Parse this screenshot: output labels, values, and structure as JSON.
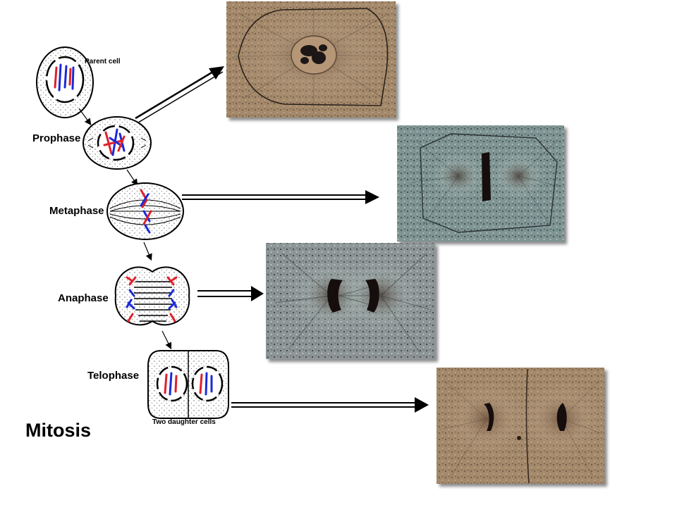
{
  "diagram": {
    "title": "Mitosis",
    "parent_label": "Parent cell",
    "daughter_label": "Two daughter cells",
    "stages": [
      {
        "id": "prophase",
        "label": "Prophase"
      },
      {
        "id": "metaphase",
        "label": "Metaphase"
      },
      {
        "id": "anaphase",
        "label": "Anaphase"
      },
      {
        "id": "telophase",
        "label": "Telophase"
      }
    ]
  },
  "colors": {
    "chromosome_red": "#e0202a",
    "chromosome_blue": "#1a2ad8",
    "photo_brown": "#a2886a",
    "photo_teal": "#7d9290",
    "chromatin_dark": "#1a1010"
  }
}
